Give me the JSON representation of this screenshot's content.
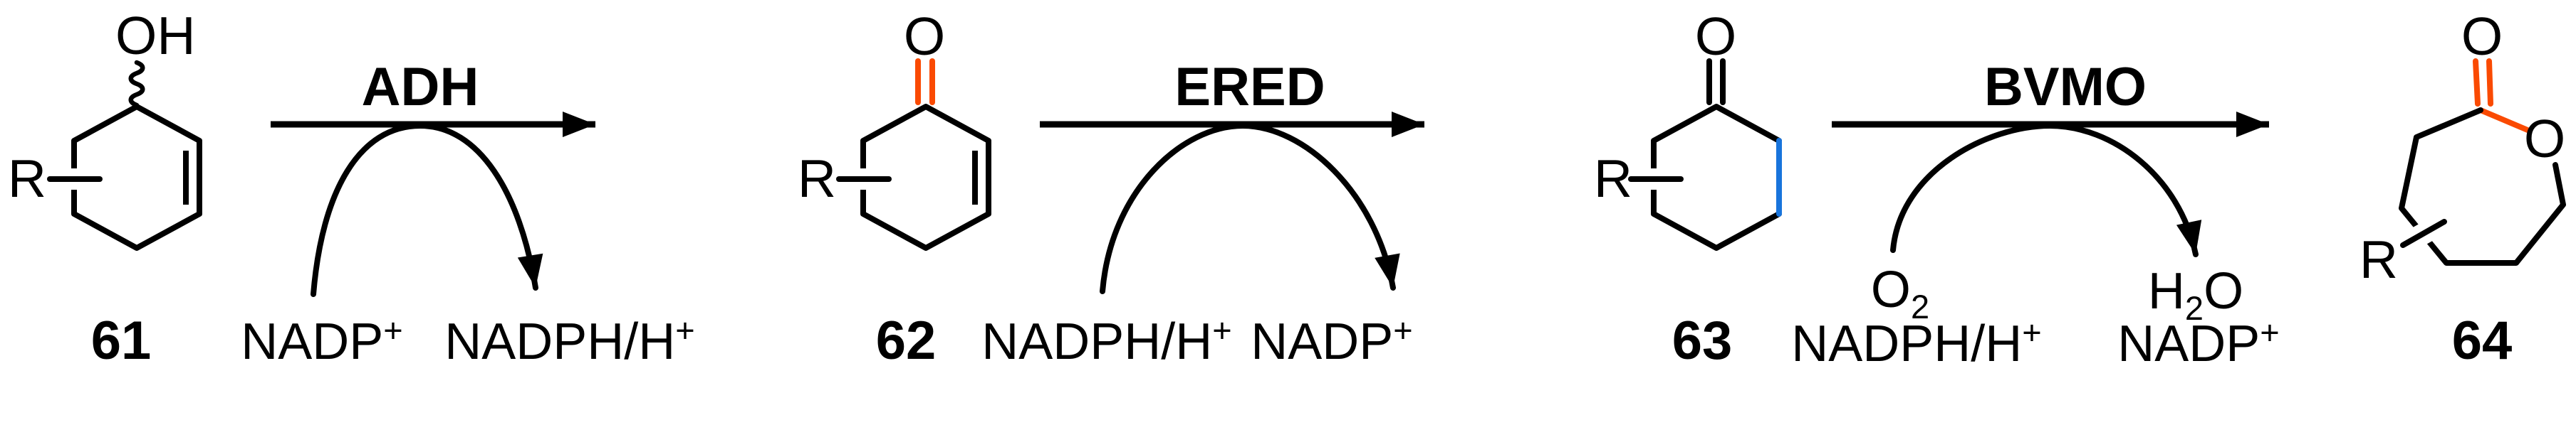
{
  "scheme": {
    "compounds": [
      {
        "number": "61",
        "r_group": "R",
        "oh_label": "OH"
      },
      {
        "number": "62",
        "r_group": "R",
        "o_label": "O"
      },
      {
        "number": "63",
        "r_group": "R",
        "o_label": "O"
      },
      {
        "number": "64",
        "r_group": "R",
        "o_carbonyl": "O",
        "o_ring": "O"
      }
    ],
    "steps": [
      {
        "enzyme": "ADH",
        "cofactor_in": {
          "base": "NADP",
          "sup": "+"
        },
        "cofactor_out": {
          "base": "NADPH/H",
          "sup": "+"
        }
      },
      {
        "enzyme": "ERED",
        "cofactor_in": {
          "base": "NADPH/H",
          "sup": "+"
        },
        "cofactor_out": {
          "base": "NADP",
          "sup": "+"
        }
      },
      {
        "enzyme": "BVMO",
        "in_top": {
          "base": "O",
          "sub": "2"
        },
        "in_bottom": {
          "base": "NADPH/H",
          "sup": "+"
        },
        "out_top": {
          "p1": "H",
          "sub": "2",
          "p2": "O"
        },
        "out_bottom": {
          "base": "NADP",
          "sup": "+"
        }
      }
    ],
    "colors": {
      "orange": "#FA4A02",
      "blue": "#1874DC",
      "black": "#000000",
      "background": "#FFFFFF"
    }
  }
}
